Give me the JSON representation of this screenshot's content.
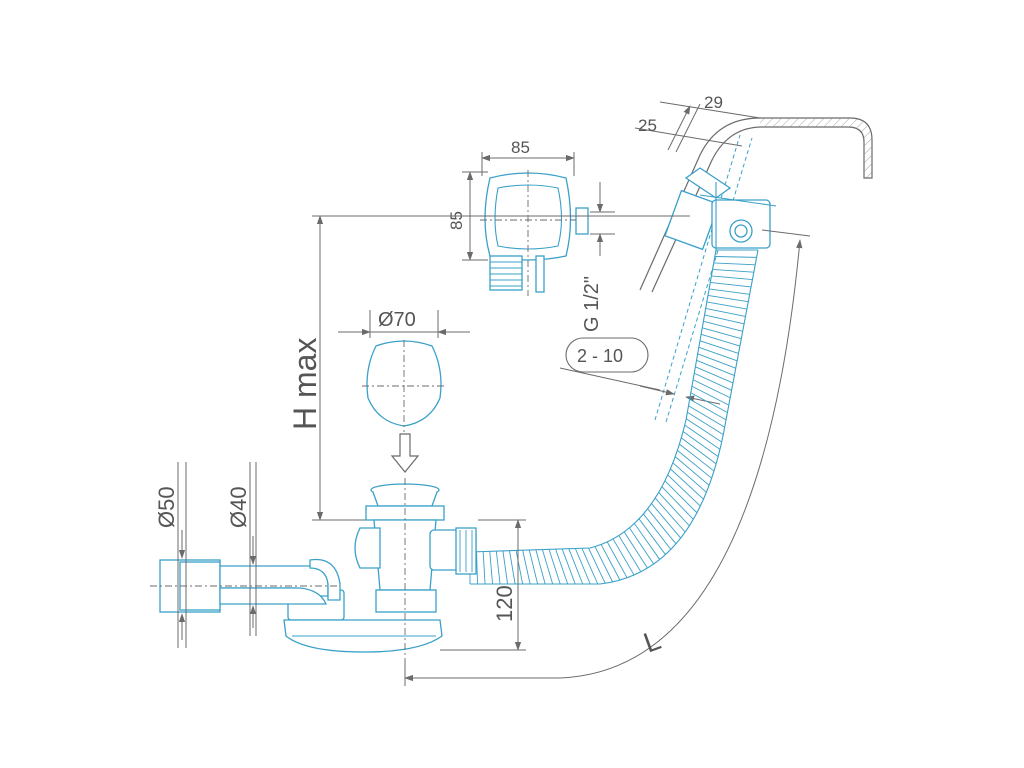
{
  "colors": {
    "part_stroke": "#3aa0c8",
    "dimension_stroke": "#6b6b6b",
    "label_text": "#555555",
    "background": "#ffffff"
  },
  "labels": {
    "overflow_width": "85",
    "overflow_height": "85",
    "wall_25": "25",
    "wall_29": "29",
    "thread": "G 1/2\"",
    "thickness_range": "2 - 10",
    "plug_diameter": "Ø70",
    "h_max": "H max",
    "outlet_d50": "Ø50",
    "outlet_d40": "Ø40",
    "height_120": "120",
    "length_l": "L"
  }
}
